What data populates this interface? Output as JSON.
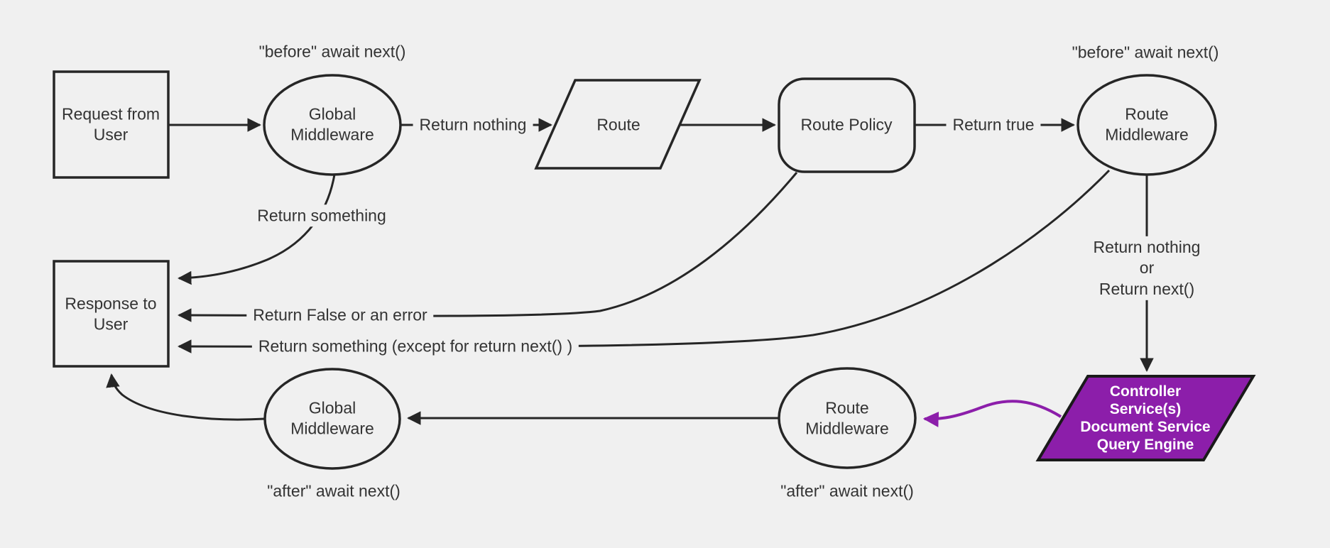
{
  "diagram": {
    "title": "Request / response lifecycle flowchart",
    "colors": {
      "background": "#f0f0f0",
      "stroke": "#262626",
      "text": "#333333",
      "accent_purple": "#8c1eaa",
      "purple_border": "#1a1a1a",
      "purple_text": "#ffffff"
    },
    "nodes": {
      "request": {
        "label": "Request from\nUser",
        "shape": "rectangle"
      },
      "global_middleware_top": {
        "label": "Global\nMiddleware",
        "shape": "ellipse"
      },
      "route": {
        "label": "Route",
        "shape": "parallelogram"
      },
      "route_policy": {
        "label": "Route Policy",
        "shape": "rounded-rectangle"
      },
      "route_middleware_top": {
        "label": "Route\nMiddleware",
        "shape": "ellipse"
      },
      "response": {
        "label": "Response to\nUser",
        "shape": "rectangle"
      },
      "global_middleware_bottom": {
        "label": "Global\nMiddleware",
        "shape": "ellipse"
      },
      "route_middleware_bottom": {
        "label": "Route\nMiddleware",
        "shape": "ellipse"
      },
      "controller": {
        "label": "Controller\nService(s)\nDocument Service\nQuery Engine",
        "shape": "parallelogram"
      }
    },
    "edge_labels": {
      "before_await_left": "\"before\" await next()",
      "before_await_right": "\"before\" await next()",
      "return_nothing": "Return nothing",
      "return_true": "Return true",
      "return_something": "Return something",
      "return_false_or_error": "Return False or an error",
      "return_something_except": "Return something (except for return next() )",
      "return_nothing_or_next": "Return nothing\nor\nReturn next()",
      "after_await_left": "\"after\" await next()",
      "after_await_right": "\"after\" await next()"
    }
  }
}
